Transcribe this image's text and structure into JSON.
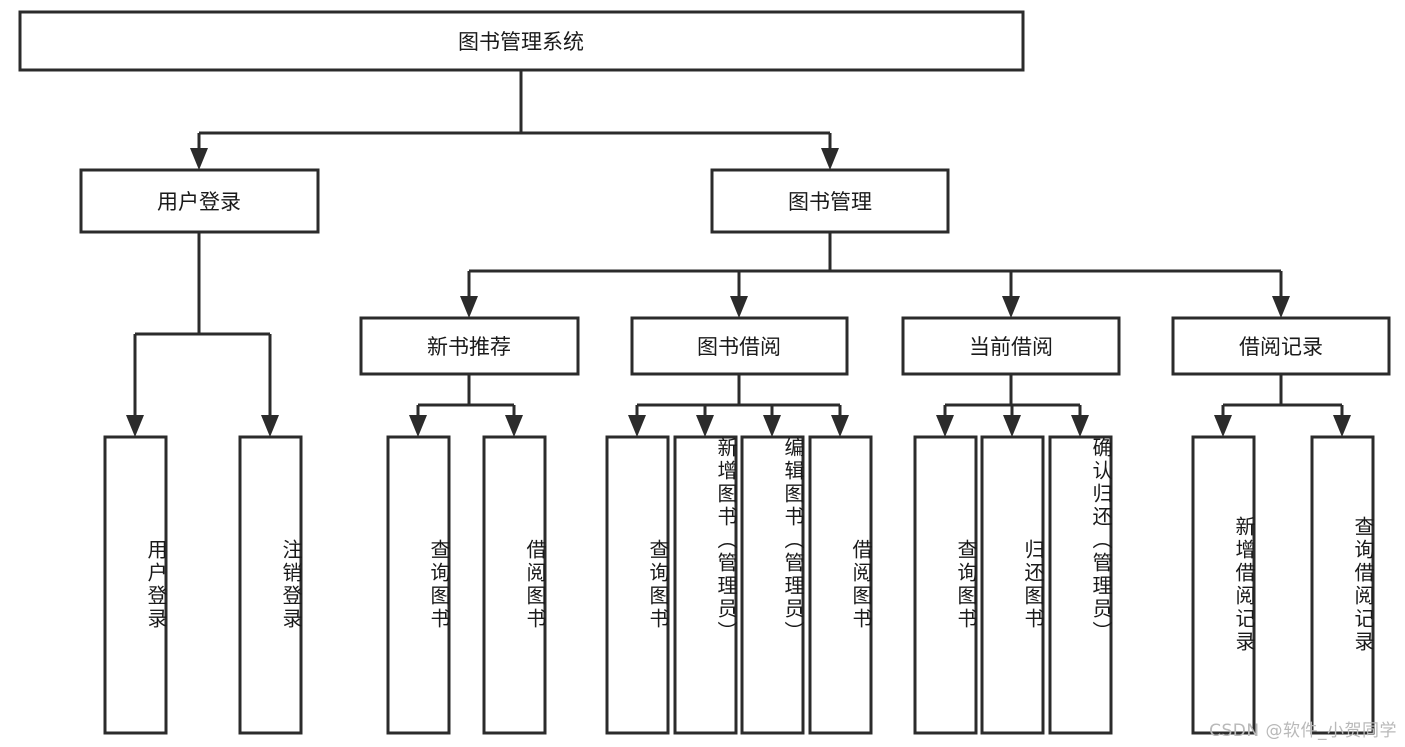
{
  "diagram": {
    "type": "tree-hierarchy-chart",
    "title": "图书管理系统",
    "orientation": "top-down",
    "levels": 4,
    "root": {
      "id": "root",
      "label": "图书管理系统"
    },
    "level2": [
      {
        "id": "user-login",
        "label": "用户登录"
      },
      {
        "id": "book-management",
        "label": "图书管理"
      }
    ],
    "level3": [
      {
        "id": "new-book-recommend",
        "label": "新书推荐",
        "parent": "book-management"
      },
      {
        "id": "book-borrow",
        "label": "图书借阅",
        "parent": "book-management"
      },
      {
        "id": "current-borrow",
        "label": "当前借阅",
        "parent": "book-management"
      },
      {
        "id": "borrow-record",
        "label": "借阅记录",
        "parent": "book-management"
      }
    ],
    "leaves": [
      {
        "id": "leaf-user-login",
        "label": "用户登录",
        "parent": "user-login"
      },
      {
        "id": "leaf-user-logout",
        "label": "注销登录",
        "parent": "user-login"
      },
      {
        "id": "leaf-query-book-1",
        "label": "查询图书",
        "parent": "new-book-recommend"
      },
      {
        "id": "leaf-borrow-book-1",
        "label": "借阅图书",
        "parent": "new-book-recommend"
      },
      {
        "id": "leaf-query-book-2",
        "label": "查询图书",
        "parent": "book-borrow"
      },
      {
        "id": "leaf-add-book",
        "label": "新增图书（管理员）",
        "parent": "book-borrow"
      },
      {
        "id": "leaf-edit-book",
        "label": "编辑图书（管理员）",
        "parent": "book-borrow"
      },
      {
        "id": "leaf-borrow-book-2",
        "label": "借阅图书",
        "parent": "book-borrow"
      },
      {
        "id": "leaf-query-book-3",
        "label": "查询图书",
        "parent": "current-borrow"
      },
      {
        "id": "leaf-return-book",
        "label": "归还图书",
        "parent": "current-borrow"
      },
      {
        "id": "leaf-confirm-return",
        "label": "确认归还（管理员）",
        "parent": "current-borrow"
      },
      {
        "id": "leaf-add-record",
        "label": "新增借阅记录",
        "parent": "borrow-record"
      },
      {
        "id": "leaf-query-record",
        "label": "查询借阅记录",
        "parent": "borrow-record"
      }
    ],
    "colors": {
      "background": "#ffffff",
      "node_fill": "#ffffff",
      "node_stroke": "#2b2b2b",
      "connector": "#2b2b2b",
      "text": "#1a1a1a",
      "watermark": "#b9b9b9"
    }
  },
  "watermark": {
    "text": "CSDN @软件_小贺同学"
  }
}
